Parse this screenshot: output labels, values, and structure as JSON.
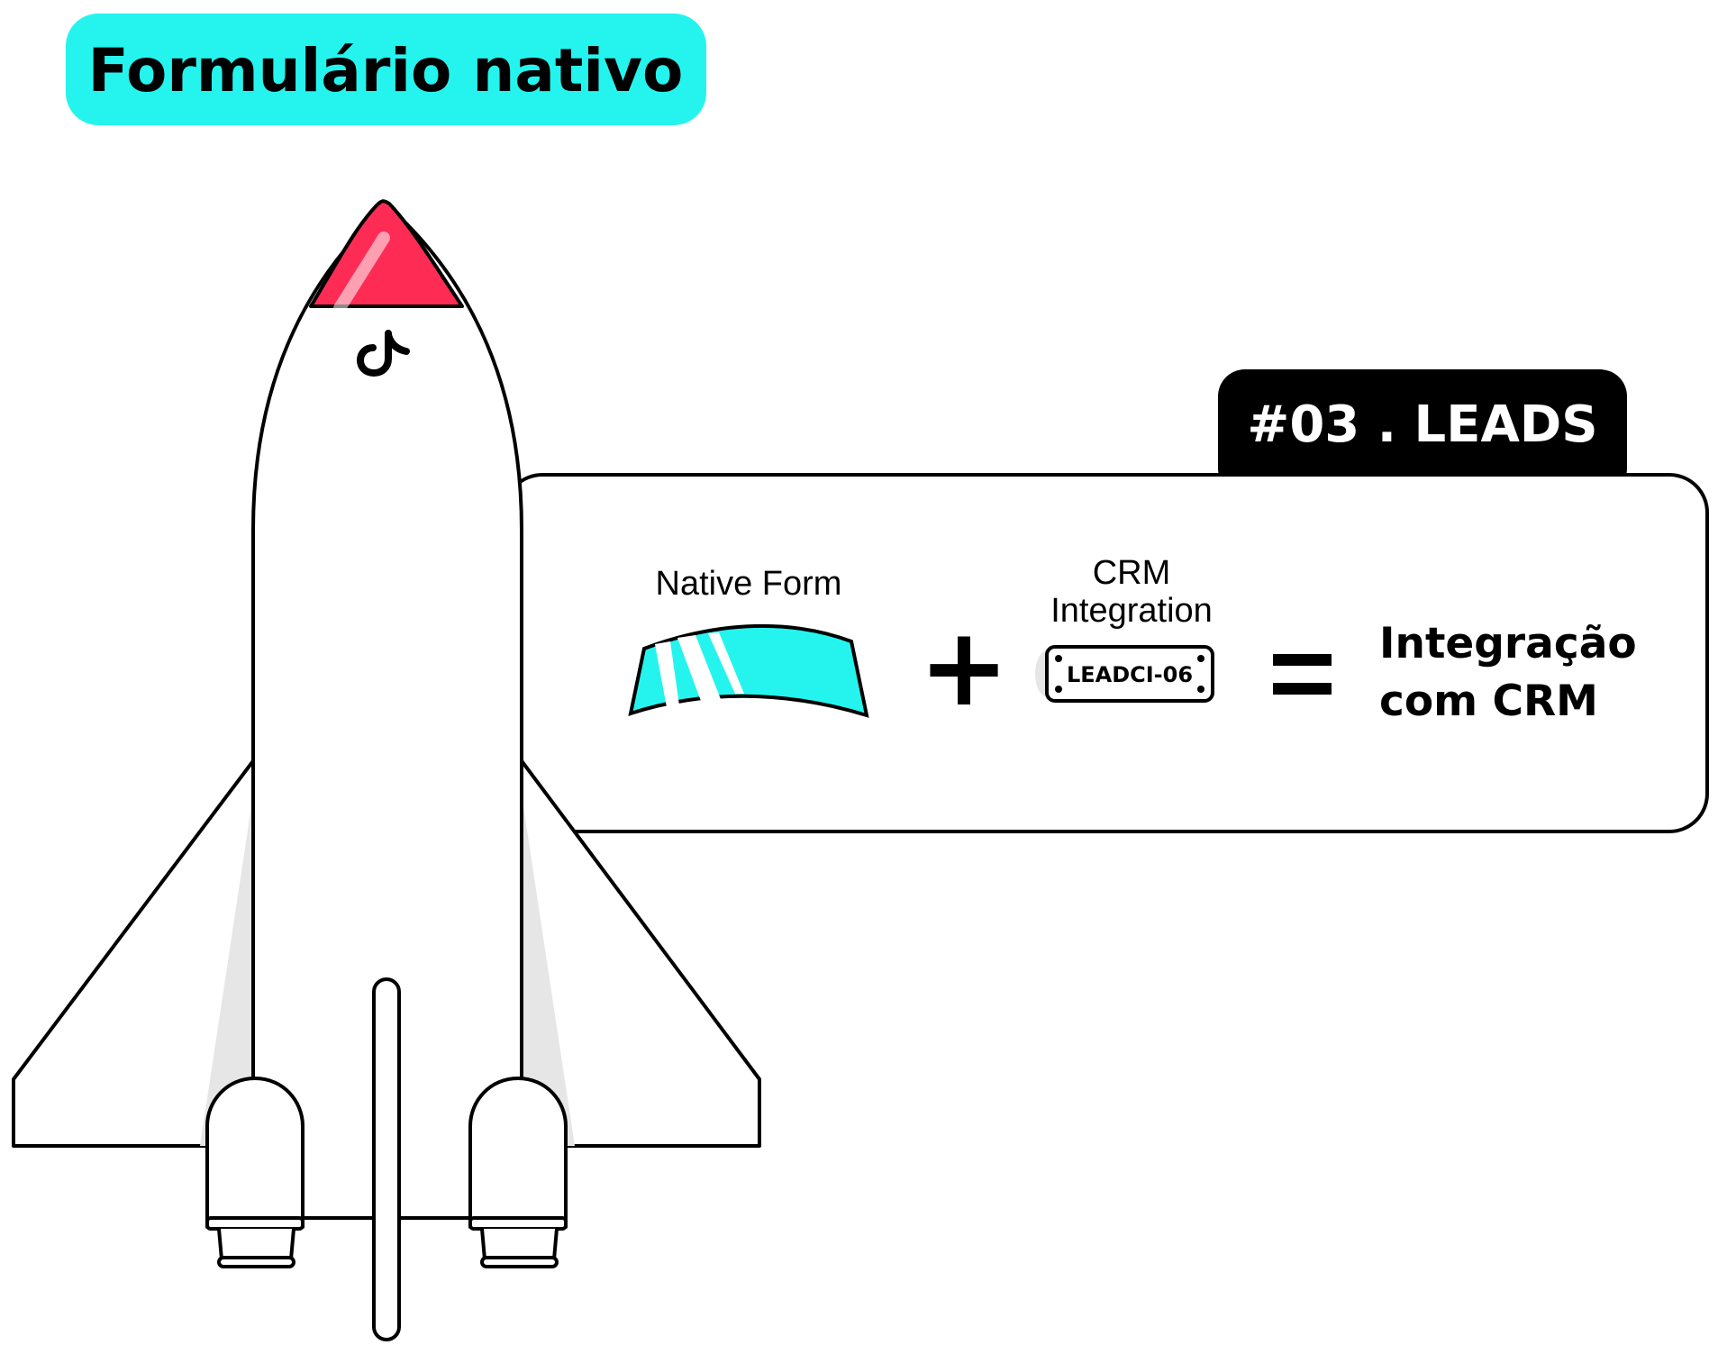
{
  "header": {
    "title": "Formulário nativo"
  },
  "card": {
    "tab_label": "#03 . LEADS",
    "native_form_label": "Native Form",
    "crm_label_line1": "CRM",
    "crm_label_line2": "Integration",
    "plate_text": "LEADCI-06",
    "plus_symbol": "+",
    "equals_symbol": "=",
    "result_line1": "Integração",
    "result_line2": "com CRM"
  },
  "icons": {
    "brand_logo": "tiktok-logo-icon",
    "rocket": "rocket-illustration",
    "windshield": "windshield-icon",
    "license_plate": "license-plate-icon"
  },
  "colors": {
    "cyan": "#25F4EE",
    "red": "#FE2C55",
    "black": "#000000",
    "white": "#FFFFFF",
    "shadow": "#E6E6E6"
  }
}
